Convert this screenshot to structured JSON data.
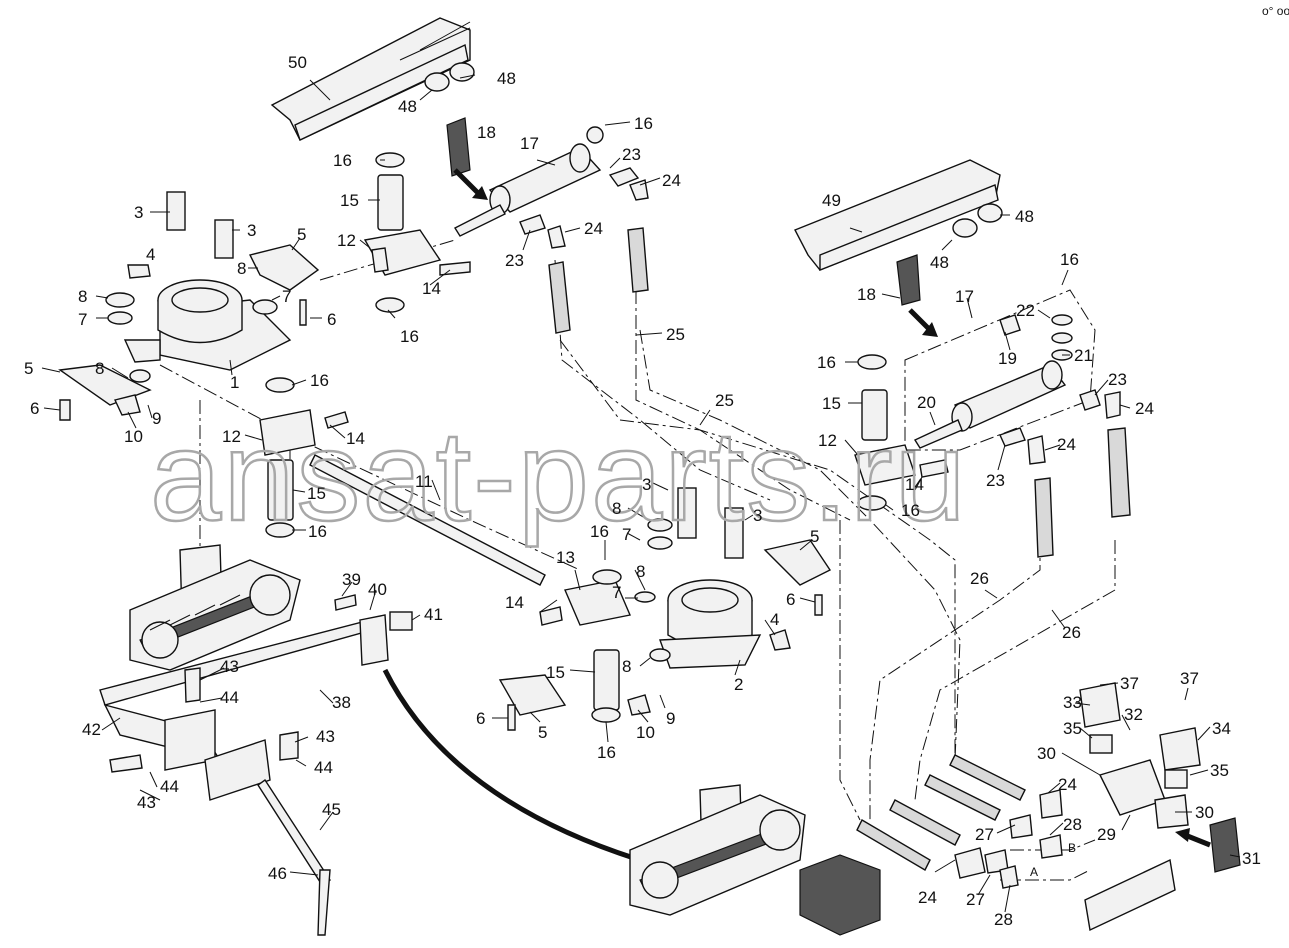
{
  "page": {
    "corner_mark": "o° ooo",
    "watermark": "ansat-parts.ru"
  },
  "callouts": {
    "c50": "50",
    "c48a": "48",
    "c48b": "48",
    "c16a": "16",
    "c18a": "18",
    "c17a": "17",
    "c23a": "23",
    "c24a": "24",
    "c16b": "16",
    "c15a": "15",
    "c12a": "12",
    "c14a": "14",
    "c16c": "16",
    "c3a": "3",
    "c3b": "3",
    "c4a": "4",
    "c5a": "5",
    "c8a": "8",
    "c7a": "7",
    "c8b": "8",
    "c7b": "7",
    "c6a": "6",
    "c23b": "23",
    "c24b": "24",
    "c25a": "25",
    "c1": "1",
    "c5b": "5",
    "c8c": "8",
    "c6b": "6",
    "c10a": "10",
    "c9a": "9",
    "c16d": "16",
    "c12b": "12",
    "c14b": "14",
    "c15b": "15",
    "c16e": "16",
    "c11": "11",
    "c25b": "25",
    "c49": "49",
    "c48c": "48",
    "c48d": "48",
    "c16f": "16",
    "c18b": "18",
    "c17b": "17",
    "c22": "22",
    "c19": "19",
    "c21": "21",
    "c16g": "16",
    "c15c": "15",
    "c20": "20",
    "c23c": "23",
    "c24c": "24",
    "c12c": "12",
    "c24d": "24",
    "c23d": "23",
    "c14c": "14",
    "c16h": "16",
    "c3c": "3",
    "c3d": "3",
    "c8d": "8",
    "c16i": "16",
    "c7c": "7",
    "c13": "13",
    "c8e": "8",
    "c7d": "7",
    "c14d": "14",
    "c5c": "5",
    "c6c": "6",
    "c4b": "4",
    "c2": "2",
    "c15d": "15",
    "c8f": "8",
    "c6d": "6",
    "c5d": "5",
    "c10b": "10",
    "c9b": "9",
    "c16j": "16",
    "c26a": "26",
    "c26b": "26",
    "c39": "39",
    "c40": "40",
    "c41": "41",
    "c43a": "43",
    "c44a": "44",
    "c38": "38",
    "c42": "42",
    "c43b": "43",
    "c44b": "44",
    "c43c": "43",
    "c44c": "44",
    "c45": "45",
    "c46": "46",
    "c37a": "37",
    "c37b": "37",
    "c33": "33",
    "c32": "32",
    "c34": "34",
    "c35a": "35",
    "c35b": "35",
    "c30a": "30",
    "c24e": "24",
    "c30b": "30",
    "c29": "29",
    "c28a": "28",
    "c27a": "27",
    "c31": "31",
    "c24f": "24",
    "c27b": "27",
    "c28b": "28",
    "portA": "A",
    "portB": "B"
  },
  "icons": [
    "cylinder-icon",
    "hose-icon",
    "track-icon",
    "valve-block-icon",
    "bracket-icon"
  ]
}
